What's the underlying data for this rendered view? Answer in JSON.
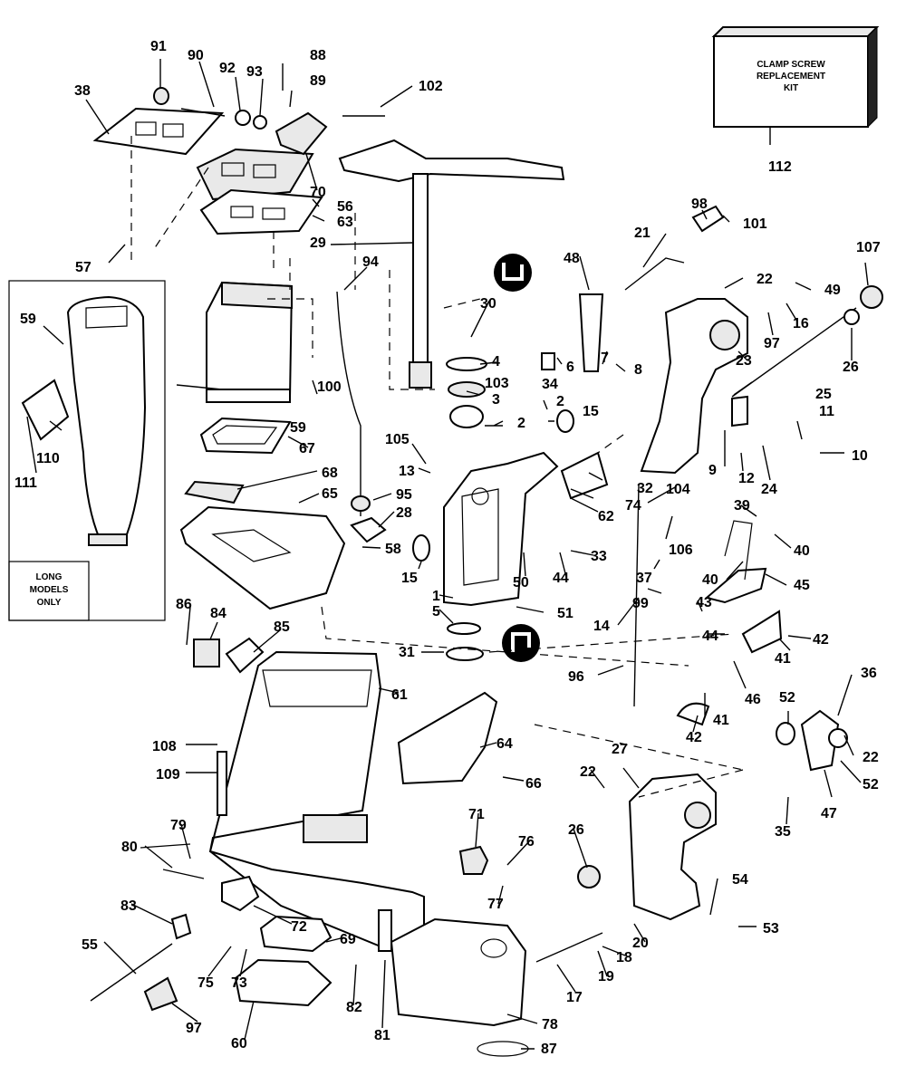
{
  "diagram": {
    "kit_box_text": [
      "CLAMP SCREW",
      "REPLACEMENT",
      "KIT"
    ],
    "inset_box_text": [
      "LONG",
      "MODELS",
      "ONLY"
    ],
    "callout_symbols": [
      "lock-icon",
      "unlock-icon"
    ],
    "callouts": [
      {
        "id": "91",
        "text": "91"
      },
      {
        "id": "90",
        "text": "90"
      },
      {
        "id": "92",
        "text": "92"
      },
      {
        "id": "93",
        "text": "93"
      },
      {
        "id": "88",
        "text": "88"
      },
      {
        "id": "89",
        "text": "89"
      },
      {
        "id": "102",
        "text": "102"
      },
      {
        "id": "38",
        "text": "38"
      },
      {
        "id": "70",
        "text": "70"
      },
      {
        "id": "56",
        "text": "56"
      },
      {
        "id": "63",
        "text": "63"
      },
      {
        "id": "29",
        "text": "29"
      },
      {
        "id": "57",
        "text": "57"
      },
      {
        "id": "94",
        "text": "94"
      },
      {
        "id": "112",
        "text": "112"
      },
      {
        "id": "98",
        "text": "98"
      },
      {
        "id": "101",
        "text": "101"
      },
      {
        "id": "107",
        "text": "107"
      },
      {
        "id": "21",
        "text": "21"
      },
      {
        "id": "22a",
        "text": "22"
      },
      {
        "id": "49",
        "text": "49"
      },
      {
        "id": "48",
        "text": "48"
      },
      {
        "id": "16",
        "text": "16"
      },
      {
        "id": "97a",
        "text": "97"
      },
      {
        "id": "26a",
        "text": "26"
      },
      {
        "id": "30",
        "text": "30"
      },
      {
        "id": "59a",
        "text": "59"
      },
      {
        "id": "4",
        "text": "4"
      },
      {
        "id": "7",
        "text": "7"
      },
      {
        "id": "34",
        "text": "34"
      },
      {
        "id": "6",
        "text": "6"
      },
      {
        "id": "8",
        "text": "8"
      },
      {
        "id": "23",
        "text": "23"
      },
      {
        "id": "103",
        "text": "103"
      },
      {
        "id": "25",
        "text": "25"
      },
      {
        "id": "100",
        "text": "100"
      },
      {
        "id": "3",
        "text": "3"
      },
      {
        "id": "2a",
        "text": "2"
      },
      {
        "id": "15a",
        "text": "15"
      },
      {
        "id": "2b",
        "text": "2"
      },
      {
        "id": "11",
        "text": "11"
      },
      {
        "id": "59b",
        "text": "59"
      },
      {
        "id": "110",
        "text": "110"
      },
      {
        "id": "111",
        "text": "111"
      },
      {
        "id": "67",
        "text": "67"
      },
      {
        "id": "105",
        "text": "105"
      },
      {
        "id": "10",
        "text": "10"
      },
      {
        "id": "9",
        "text": "9"
      },
      {
        "id": "12",
        "text": "12"
      },
      {
        "id": "24",
        "text": "24"
      },
      {
        "id": "32",
        "text": "32"
      },
      {
        "id": "13",
        "text": "13"
      },
      {
        "id": "68",
        "text": "68"
      },
      {
        "id": "65",
        "text": "65"
      },
      {
        "id": "104",
        "text": "104"
      },
      {
        "id": "74",
        "text": "74"
      },
      {
        "id": "95",
        "text": "95"
      },
      {
        "id": "62",
        "text": "62"
      },
      {
        "id": "39",
        "text": "39"
      },
      {
        "id": "28",
        "text": "28"
      },
      {
        "id": "106",
        "text": "106"
      },
      {
        "id": "40a",
        "text": "40"
      },
      {
        "id": "58",
        "text": "58"
      },
      {
        "id": "33",
        "text": "33"
      },
      {
        "id": "15b",
        "text": "15"
      },
      {
        "id": "44a",
        "text": "44"
      },
      {
        "id": "37",
        "text": "37"
      },
      {
        "id": "40b",
        "text": "40"
      },
      {
        "id": "45",
        "text": "45"
      },
      {
        "id": "50",
        "text": "50"
      },
      {
        "id": "99",
        "text": "99"
      },
      {
        "id": "43",
        "text": "43"
      },
      {
        "id": "1",
        "text": "1"
      },
      {
        "id": "86",
        "text": "86"
      },
      {
        "id": "84",
        "text": "84"
      },
      {
        "id": "51",
        "text": "51"
      },
      {
        "id": "5",
        "text": "5"
      },
      {
        "id": "14",
        "text": "14"
      },
      {
        "id": "85",
        "text": "85"
      },
      {
        "id": "44b",
        "text": "44"
      },
      {
        "id": "42a",
        "text": "42"
      },
      {
        "id": "31",
        "text": "31"
      },
      {
        "id": "41a",
        "text": "41"
      },
      {
        "id": "96",
        "text": "96"
      },
      {
        "id": "61",
        "text": "61"
      },
      {
        "id": "46",
        "text": "46"
      },
      {
        "id": "36",
        "text": "36"
      },
      {
        "id": "41b",
        "text": "41"
      },
      {
        "id": "52a",
        "text": "52"
      },
      {
        "id": "42b",
        "text": "42"
      },
      {
        "id": "108",
        "text": "108"
      },
      {
        "id": "64",
        "text": "64"
      },
      {
        "id": "22b",
        "text": "22"
      },
      {
        "id": "27",
        "text": "27"
      },
      {
        "id": "109",
        "text": "109"
      },
      {
        "id": "22c",
        "text": "22"
      },
      {
        "id": "52b",
        "text": "52"
      },
      {
        "id": "66",
        "text": "66"
      },
      {
        "id": "47",
        "text": "47"
      },
      {
        "id": "35",
        "text": "35"
      },
      {
        "id": "79",
        "text": "79"
      },
      {
        "id": "71",
        "text": "71"
      },
      {
        "id": "26b",
        "text": "26"
      },
      {
        "id": "76",
        "text": "76"
      },
      {
        "id": "80",
        "text": "80"
      },
      {
        "id": "54",
        "text": "54"
      },
      {
        "id": "77",
        "text": "77"
      },
      {
        "id": "83",
        "text": "83"
      },
      {
        "id": "53",
        "text": "53"
      },
      {
        "id": "72",
        "text": "72"
      },
      {
        "id": "20",
        "text": "20"
      },
      {
        "id": "69",
        "text": "69"
      },
      {
        "id": "55",
        "text": "55"
      },
      {
        "id": "18",
        "text": "18"
      },
      {
        "id": "75",
        "text": "75"
      },
      {
        "id": "73",
        "text": "73"
      },
      {
        "id": "19",
        "text": "19"
      },
      {
        "id": "17",
        "text": "17"
      },
      {
        "id": "82",
        "text": "82"
      },
      {
        "id": "97b",
        "text": "97"
      },
      {
        "id": "81",
        "text": "81"
      },
      {
        "id": "78",
        "text": "78"
      },
      {
        "id": "60",
        "text": "60"
      },
      {
        "id": "87",
        "text": "87"
      }
    ]
  }
}
